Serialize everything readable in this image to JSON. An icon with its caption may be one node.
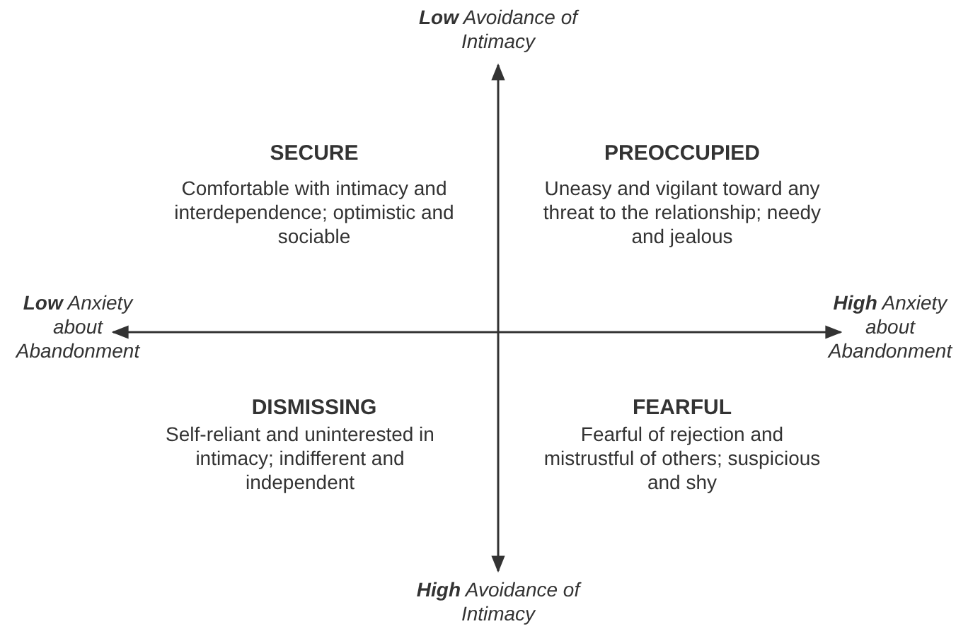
{
  "diagram": {
    "labels": [
      "**Low** Avoidance of Intimacy",
      "SECURE",
      "Comfortable with intimacy and interdependence; optimistic and sociable",
      "PREOCCUPIED",
      "Uneasy and vigilant toward any threat to the relationship; needy and jealous",
      "**Low** Anxiety about Abandonment",
      "**High** Anxiety about Abandonment",
      "DISMISSING",
      "Self-reliant and uninterested in intimacy; indifferent and independent",
      "FEARFUL",
      "Fearful of rejection and mistrustful of others; suspicious and shy",
      "**High** Avoidance of Intimacy"
    ]
  }
}
